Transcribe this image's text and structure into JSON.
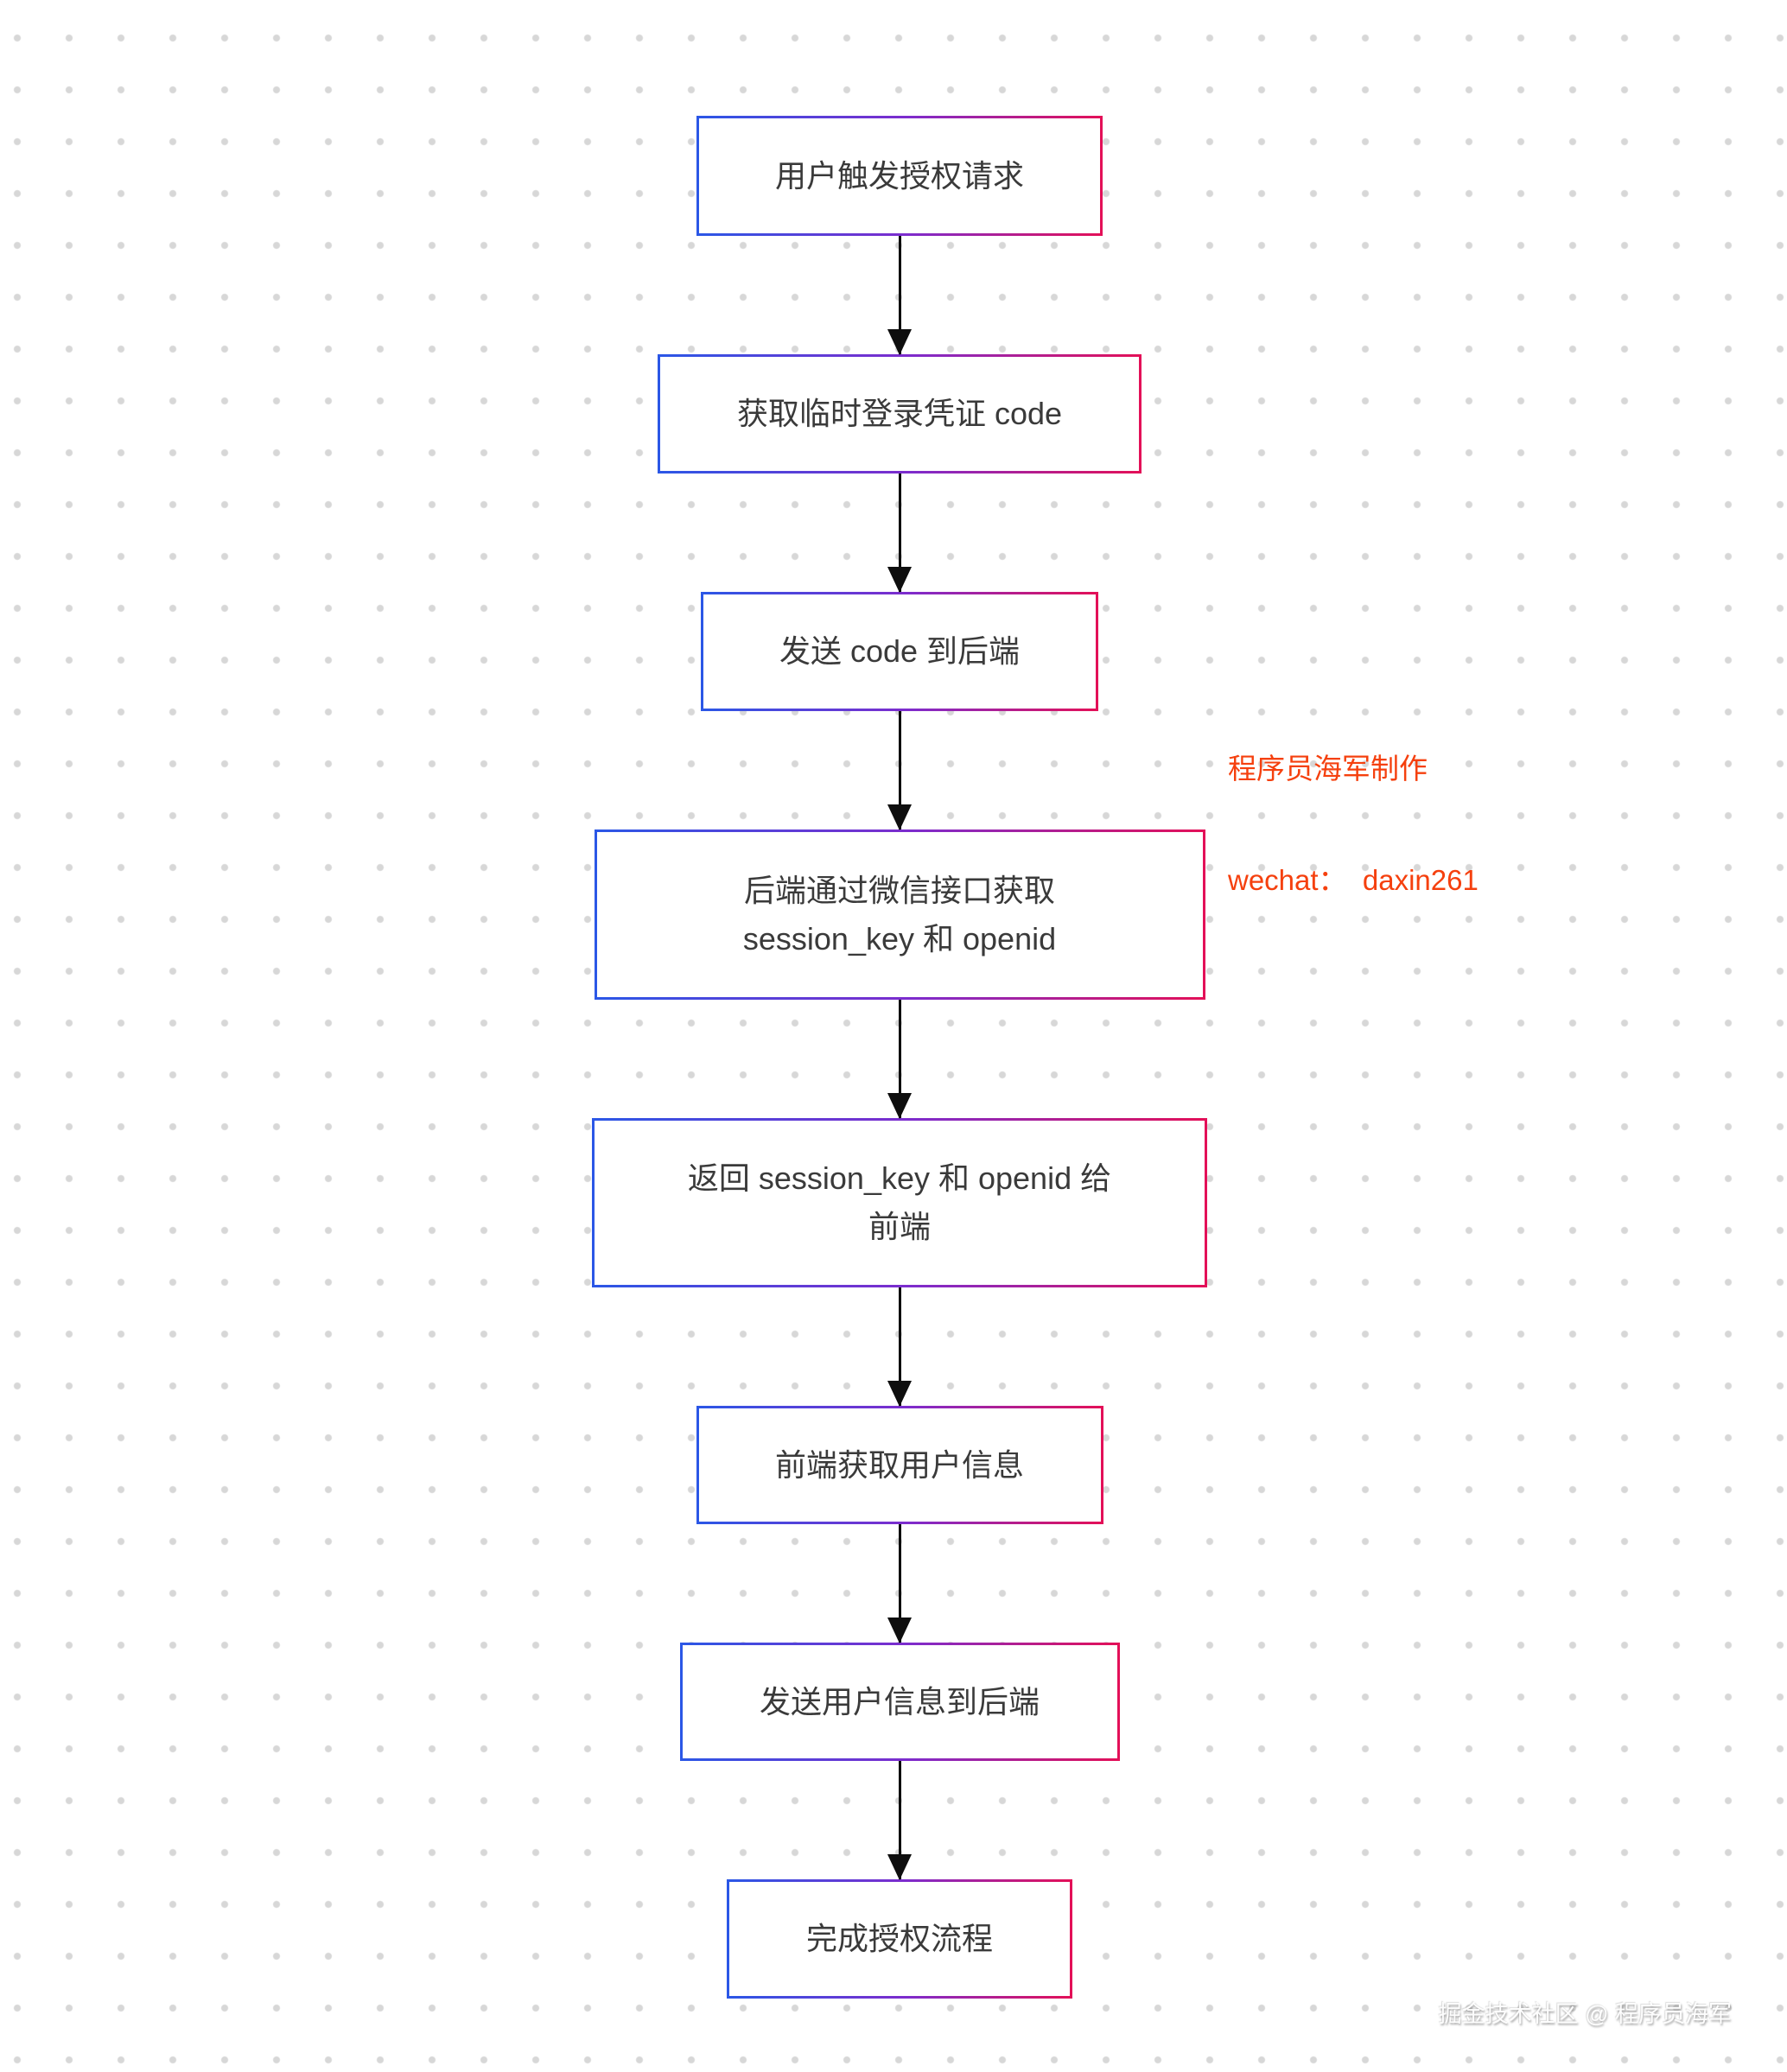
{
  "flow": {
    "nodes": [
      {
        "id": "trigger-auth",
        "lines": [
          "用户触发授权请求"
        ]
      },
      {
        "id": "get-temp-code",
        "lines": [
          "获取临时登录凭证 code"
        ]
      },
      {
        "id": "send-code-backend",
        "lines": [
          "发送 code 到后端"
        ]
      },
      {
        "id": "backend-fetch-session",
        "lines": [
          "后端通过微信接口获取",
          "session_key 和 openid"
        ]
      },
      {
        "id": "return-session-front",
        "lines": [
          "返回 session_key 和 openid 给",
          "前端"
        ]
      },
      {
        "id": "frontend-get-userinfo",
        "lines": [
          "前端获取用户信息"
        ]
      },
      {
        "id": "send-userinfo-backend",
        "lines": [
          "发送用户信息到后端"
        ]
      },
      {
        "id": "complete-auth",
        "lines": [
          "完成授权流程"
        ]
      }
    ]
  },
  "annotations": {
    "author_line1": "程序员海军制作",
    "author_line2": "wechat：  daxin261",
    "watermark": "掘金技术社区 @ 程序员海军"
  },
  "colors": {
    "border_gradient_start": "#2b57e6",
    "border_gradient_mid": "#7d2ccd",
    "border_gradient_end": "#e31058",
    "annotation_red": "#f5400e",
    "arrow_black": "#0e0e0e",
    "dot_grid_grey": "#d7d7d7",
    "node_text": "#3a3a3a"
  }
}
